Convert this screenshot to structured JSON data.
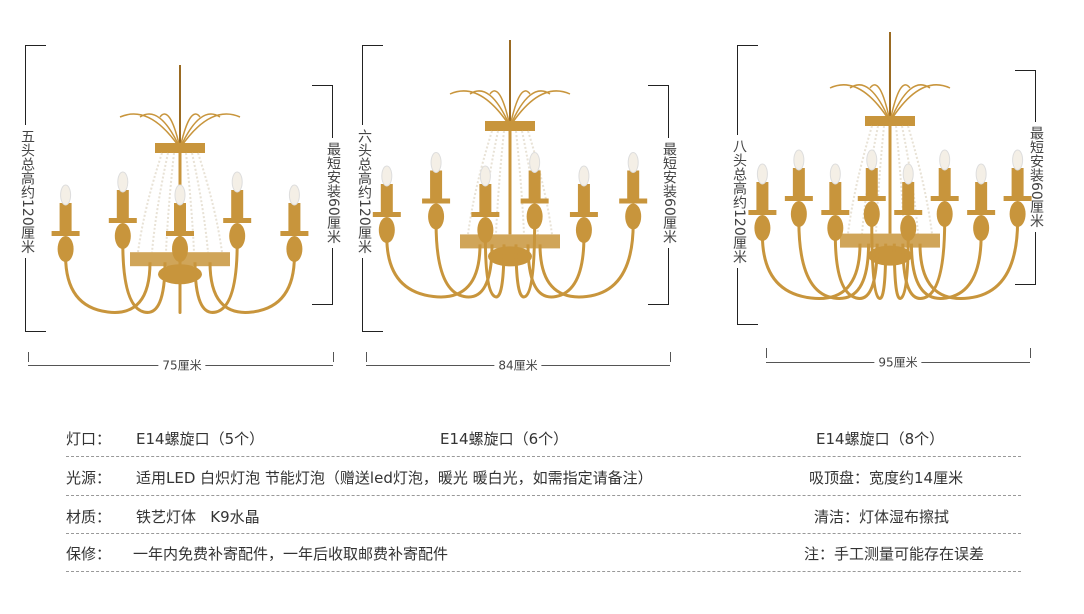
{
  "products": [
    {
      "height_label": "五头总高约120厘米",
      "min_install_label": "最短安装60厘米",
      "width_label": "75厘米",
      "arms": 5
    },
    {
      "height_label": "六头总高约120厘米",
      "min_install_label": "最短安装60厘米",
      "width_label": "84厘米",
      "arms": 6
    },
    {
      "height_label": "八头总高约120厘米",
      "min_install_label": "最短安装60厘米",
      "width_label": "95厘米",
      "arms": 8
    }
  ],
  "specs": {
    "socket": {
      "label": "灯口：",
      "values": [
        "E14螺旋口（5个）",
        "E14螺旋口（6个）",
        "E14螺旋口（8个）"
      ]
    },
    "light": {
      "label": "光源：",
      "value": "适用LED 白炽灯泡  节能灯泡（赠送led灯泡，暖光 暖白光，如需指定请备注）",
      "right": "吸顶盘：宽度约14厘米"
    },
    "material": {
      "label": "材质：",
      "value": "铁艺灯体   K9水晶",
      "right": "清洁：灯体湿布擦拭"
    },
    "warranty": {
      "label": "保修：",
      "value": "一年内免费补寄配件，一年后收取邮费补寄配件",
      "right": "注：手工测量可能存在误差"
    }
  },
  "colors": {
    "gold": "#c8953c",
    "gold_dark": "#9a6a22",
    "crystal": "#e8e2d6"
  }
}
